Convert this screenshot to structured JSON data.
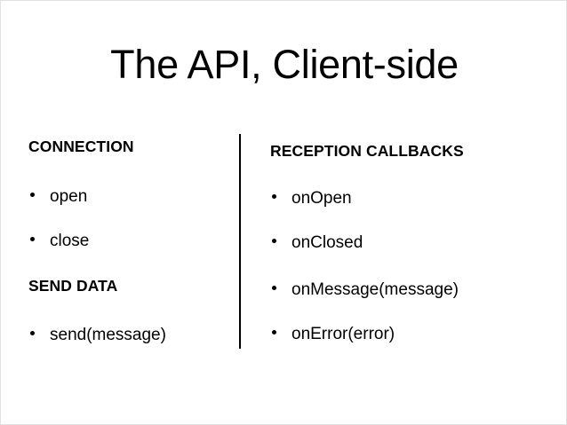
{
  "slide": {
    "title": "The API, Client-side",
    "background_color": "#ffffff",
    "text_color": "#000000",
    "border_color": "#e2e2e2",
    "divider_color": "#000000"
  },
  "columns": {
    "left": {
      "sections": [
        {
          "header": "CONNECTION",
          "items": [
            {
              "label": "open"
            },
            {
              "label": "close"
            }
          ]
        },
        {
          "header": "SEND DATA",
          "items": [
            {
              "label": "send(message)"
            }
          ]
        }
      ]
    },
    "right": {
      "sections": [
        {
          "header": "RECEPTION CALLBACKS",
          "items": [
            {
              "label": "onOpen"
            },
            {
              "label": "onClosed"
            },
            {
              "label": "onMessage(message)"
            },
            {
              "label": "onError(error)"
            }
          ]
        }
      ]
    }
  }
}
